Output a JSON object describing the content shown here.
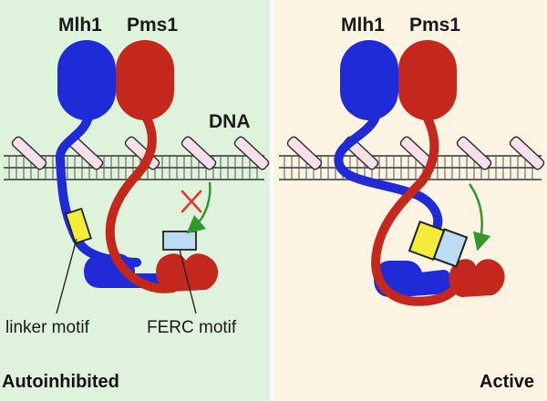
{
  "colors": {
    "left_panel_bg": "#dff3dc",
    "right_panel_bg": "#fdf4e4",
    "mlh1": "#1f2bd6",
    "pms1": "#c4271c",
    "linker_motif": "#f4ec3b",
    "ferc_motif": "#bcdcf4",
    "arrow": "#2f9a2a",
    "block_x": "#e0392c",
    "dna_bar": "#f8e0ea"
  },
  "left_panel": {
    "protein_1": "Mlh1",
    "protein_2": "Pms1",
    "dna": "DNA",
    "linker_motif_label": "linker motif",
    "ferc_motif_label": "FERC motif",
    "state": "Autoinhibited"
  },
  "right_panel": {
    "protein_1": "Mlh1",
    "protein_2": "Pms1",
    "state": "Active"
  }
}
